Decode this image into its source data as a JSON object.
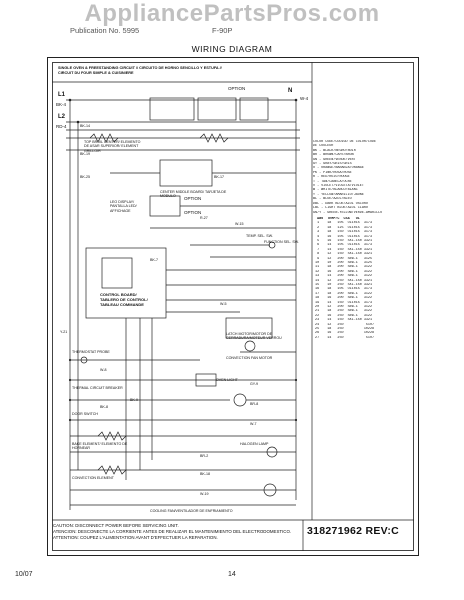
{
  "watermark": "AppliancePartsPros.com",
  "top_left_text": "Publication No. 5995",
  "top_right_text": "F-90P",
  "title": "WIRING DIAGRAM",
  "header_lines": [
    "SINGLE OVEN & FREESTANDING CIRCUIT // CIRCUITO DE HORNO SENCILLO Y ESTUFA //",
    "CIRCUIT DU FOUR SIMPLE & CUISINIERE"
  ],
  "power_labels": {
    "l1": "L1",
    "l2": "L2",
    "n": "N",
    "bk": "BK-4",
    "rd": "RD-4",
    "wh": "W-4"
  },
  "option_labels": [
    "OPTION",
    "OPTION",
    "OPTION"
  ],
  "control_board": {
    "label": "CONTROL BOARD/\nTABLERO DE CONTROL/\nTABLEAU COMMANDE"
  },
  "wire_labels": [
    "BK-14",
    "BK-19",
    "BK-25",
    "R-27",
    "W-15",
    "BK-17",
    "BK-7",
    "W-5",
    "Y-21",
    "BK-8",
    "W-8",
    "GY-9",
    "BK-9",
    "BR-8",
    "W-7",
    "BR-2",
    "BK-18",
    "W-19"
  ],
  "component_labels": [
    "TOP BROIL CENTER/ ELEMENTO DE ASAR SUPERIOR/ ELEMENT GRILLOIR",
    "CENTER MIDDLE BOARD/ TARJETA DE MODULO",
    "LEO DISPLAY/ PANTALLA LED/ AFFICHAGE",
    "TEMP. SEL. SW.",
    "FUNCTION SEL. SW.",
    "LATCH MOTOR/MOTOR DE CERRADURA/MOTEUR VERROU",
    "CONVECTION FAN MOTOR",
    "OVEN LIGHT",
    "THERMOSTAT PROBE",
    "THERMAL CIRCUIT BREAKER",
    "DOOR SWITCH",
    "BAKE ELEMENT/ ELEMENTO DE HORNEAR",
    "CONVECTION ELEMENT",
    "HALOGEN LAMP",
    "COOLING FAN/VENTILADOR DE ENFRIAMIENTO"
  ],
  "legend_title": [
    "COLOR CODE/CODIGO DE COLOR/CODE",
    "DE COULEUR"
  ],
  "legend_colors": [
    "BK - BLACK/NEGRO/NOIR",
    "BR - BROWN/CAFE/BRUN",
    "GN - GREEN/VERDE/VERT",
    "GY - GRAY/GRIS/GRIS",
    "O - ORANGE/NARANJA/ORANGE",
    "PK - PINK/ROSA/ROSE",
    "R - RED/ROJO/ROUGE",
    "T - TAN/CANELA/OCRE",
    "V - VIOLET/VIOLETA/VIOLET",
    "W - WHITE/BLANCO/BLANC",
    "Y - YELLOW/AMARILLO/JAUNE",
    "BL - BLUE/AZUL/BLEU",
    "DBL - DARK BLUE/AZUL OSCURO",
    "LBL - LIGHT BLUE/AZUL CLARO",
    "GN/Y - GREEN-YELLOW/VERDE-AMARILLO"
  ],
  "legend_table_header": "  AWG  TEMP/C  CSA   UL",
  "legend_table_rows": [
    "  1    18   105  UL1015  3173",
    "  2    18   125  UL1015  3173",
    "  3    18   150  UL1015  3173",
    "  4    16   105  UL1015  3173",
    "  5    16   150  SXL-150 3321",
    "  6    14   105  UL1015  3173",
    "  7    14   150  SXL-150 3321",
    "  8    12   150  SXL-150 3321",
    "  9    12   200  SEW-1   3125",
    " 10    10   200  SEW-1   3125",
    " 11    18   200  SEW-1   3122",
    " 12    16   200  SEW-1   3122",
    " 13    14   200  SEW-1   3122",
    " 14    12   250  SXL-150 3321",
    " 15    10   250  SXL-150 3321",
    " 16    18   105  UL1015  3173",
    " 17    18   200  SEW-1   3122",
    " 18    16   200  SEW-1   3122",
    " 19    14   150  UL1015  3173",
    " 20    12   200  SEW-1   3122",
    " 21    18   250  SEW-1   3122",
    " 22    16   250  SEW-1   3122",
    " 23    14   150  SXL-150 3321",
    " 24    12   250           5107",
    " 25    18   250          10228",
    " 26    16   250          10228",
    " 27    14   250           5107"
  ],
  "caution_lines": [
    "CAUTION: DISCONNECT POWER BEFORE SERVICING UNIT.",
    "ATENCION: DESCONECTE LA CORRIENTE ANTES DE REALIZAR EL MANTENIMIENTO DEL ELECTRODOMESTICO.",
    "ATTENTION: COUPEZ L'ALIMENTATION AVANT D'EFFECTUER LA REPARATION."
  ],
  "part_number": "318271962 REV:C",
  "footer_left": "10/07",
  "footer_page": "14"
}
